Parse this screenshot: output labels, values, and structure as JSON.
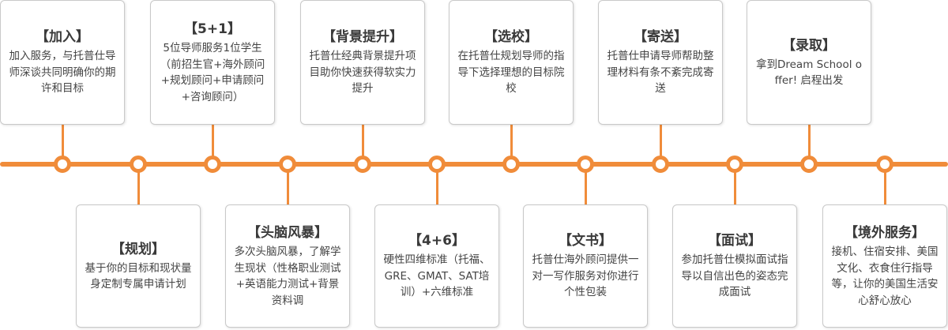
{
  "colors": {
    "accent": "#f08c3a",
    "card_border": "#c9c9c9",
    "text": "#444444"
  },
  "steps": [
    {
      "title": "【加入】",
      "desc": "加入服务，与托普仕导师深谈共同明确你的期许和目标"
    },
    {
      "title": "【规划】",
      "desc": "基于你的目标和现状量身定制专属申请计划"
    },
    {
      "title": "【5+1】",
      "desc": "5位导师服务1位学生（前招生官+海外顾问+规划顾问+申请顾问+咨询顾问）"
    },
    {
      "title": "【头脑风暴】",
      "desc": "多次头脑风暴，了解学生现状（性格职业测试+英语能力测试+背景资料调"
    },
    {
      "title": "【背景提升】",
      "desc": "托普仕经典背景提升项目助你快速获得软实力提升"
    },
    {
      "title": "【4+6】",
      "desc": "硬性四维标准（托福、GRE、GMAT、SAT培训）+六维标准"
    },
    {
      "title": "【选校】",
      "desc": "在托普仕规划导师的指导下选择理想的目标院校"
    },
    {
      "title": "【文书】",
      "desc": "托普仕海外顾问提供一对一写作服务对你进行个性包装"
    },
    {
      "title": "【寄送】",
      "desc": "托普仕申请导师帮助整理材料有条不紊完成寄送"
    },
    {
      "title": "【面试】",
      "desc": "参加托普仕模拟面试指导以自信出色的姿态完成面试"
    },
    {
      "title": "【录取】",
      "desc": "拿到Dream School offer! 启程出发"
    },
    {
      "title": "【境外服务】",
      "desc": "接机、住宿安排、美国文化、衣食住行指导等，让你的美国生活安心舒心放心"
    }
  ]
}
